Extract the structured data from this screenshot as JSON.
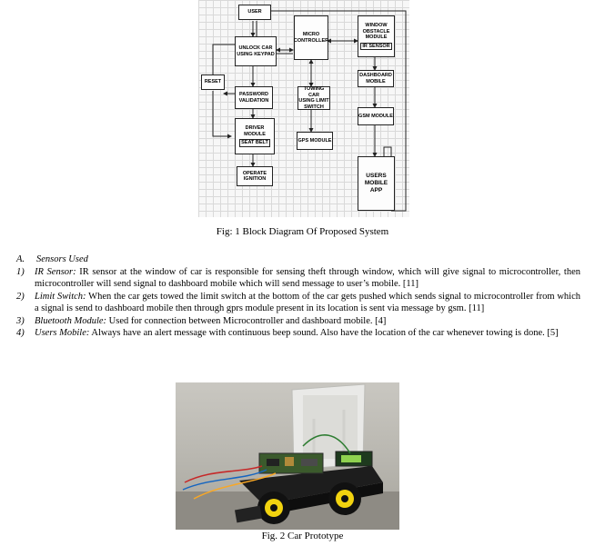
{
  "diagram": {
    "blocks": {
      "user": "USER",
      "unlock": [
        "UNLOCK CAR",
        "USING KEYPAD"
      ],
      "micro": [
        "MICRO",
        "CONTROLLER"
      ],
      "window": [
        "WINDOW",
        "OBSTACLE",
        "MODULE"
      ],
      "ir": "IR SENSOR",
      "reset": "RESET",
      "password": [
        "PASSWORD",
        "VALIDATION"
      ],
      "towing": [
        "TOWING CAR",
        "USING LIMIT",
        "SWITCH"
      ],
      "dashboard": [
        "DASHBOARD",
        "MOBILE"
      ],
      "gsm": "GSM MODULE",
      "gps": "GPS MODULE",
      "driver": [
        "DRIVER",
        "MODULE"
      ],
      "seatbelt": "SEAT BELT",
      "ignition": [
        "OPERATE",
        "IGNITION"
      ],
      "usersapp": [
        "USERS",
        "MOBILE",
        "APP"
      ]
    }
  },
  "fig1_caption": "Fig: 1 Block Diagram Of Proposed System",
  "section": {
    "label": "A.",
    "title": "Sensors Used"
  },
  "items": [
    {
      "num": "1)",
      "term": "IR Sensor:",
      "text": " IR sensor at the window of car is responsible for sensing theft through window, which will give signal to microcontroller, then microcontroller will send signal to dashboard mobile which will send message to user’s mobile. [11]"
    },
    {
      "num": "2)",
      "term": "Limit Switch:",
      "text": " When the car gets towed the limit switch at the bottom of the car gets pushed which sends signal to microcontroller from which a signal is send to dashboard mobile then through gprs module present in its location is sent via message by gsm. [11]"
    },
    {
      "num": "3)",
      "term": "Bluetooth Module:",
      "text": " Used for connection between Microcontroller and dashboard mobile. [4]"
    },
    {
      "num": "4)",
      "term": "Users Mobile:",
      "text": " Always have an alert message with continuous beep sound. Also have the location of the car whenever towing is done. [5]"
    }
  ],
  "fig2_caption": "Fig. 2 Car Prototype"
}
